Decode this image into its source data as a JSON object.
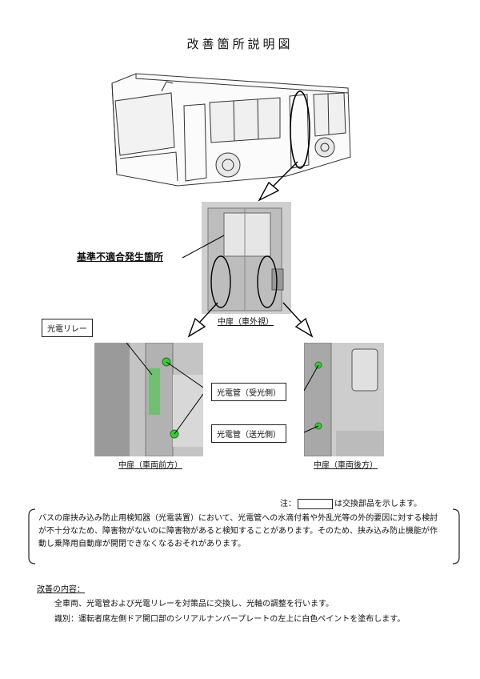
{
  "title": "改善箇所説明図",
  "labels": {
    "nonconformity": "基準不適合発生箇所",
    "photoelectric_relay": "光電リレー",
    "tube_receiver": "光電管（受光側）",
    "tube_emitter": "光電管（送光側）"
  },
  "captions": {
    "door_outside": "中扉（車外視）",
    "door_front": "中扉（車両前方）",
    "door_rear": "中扉（車両後方）"
  },
  "note": {
    "prefix": "注：",
    "suffix": "は交換部品を示します。"
  },
  "description": "バスの扉挟み込み防止用検知器（光電装置）において、光電管への水滴付着や外乱光等の外的要因に対する検討が不十分なため、障害物がないのに障害物があると検知することがあります。そのため、挟み込み防止機能が作動し乗降用自動扉が開閉できなくなるおそれがあります。",
  "improvement": {
    "heading": "改善の内容：",
    "items": [
      "全車両、光電管および光電リレーを対策品に交換し、光軸の調整を行います。",
      "識別：運転者席左側ドア開口部のシリアルナンバープレートの左上に白色ペイントを塗布します。"
    ]
  },
  "colors": {
    "replacement_part": "#3ec83e"
  }
}
